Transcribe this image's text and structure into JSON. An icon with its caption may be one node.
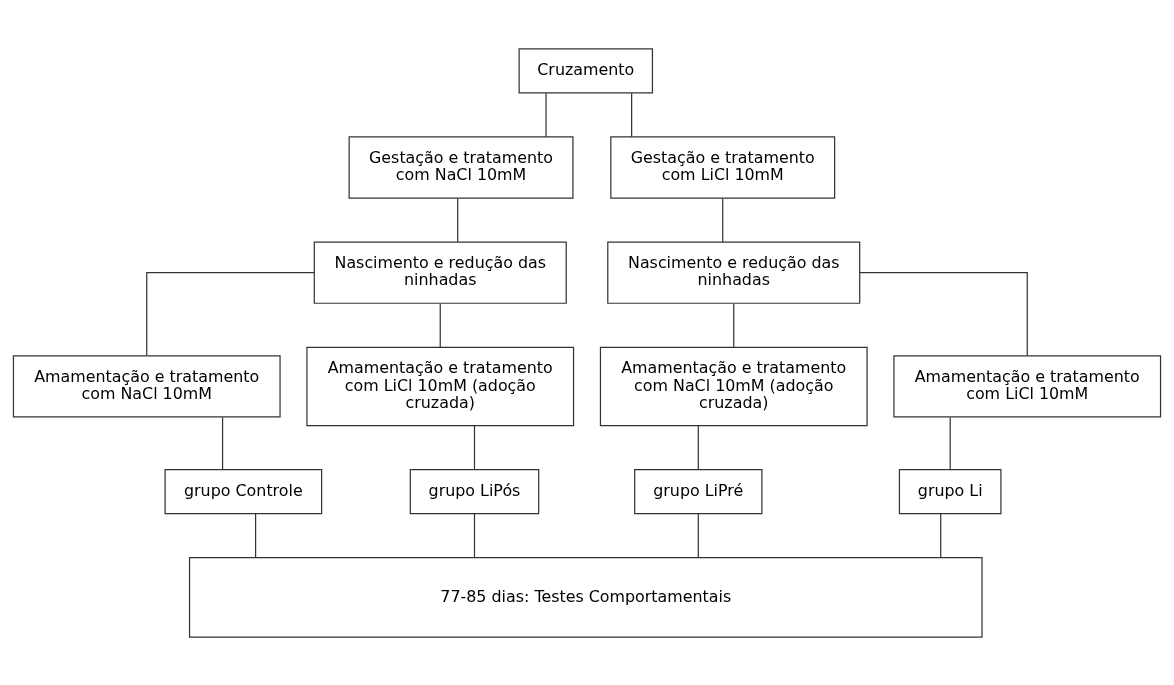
{
  "diagram": {
    "nodes": [
      {
        "text": [
          "Cruzamento"
        ]
      },
      {
        "text": [
          "Gestação e tratamento com NaCl 10mM"
        ]
      },
      {
        "text": [
          "Gestação e tratamento com LiCl 10mM"
        ]
      },
      {
        "text": [
          "Nascimento e redução das ninhadas"
        ]
      },
      {
        "text": [
          "Nascimento e redução das ninhadas"
        ]
      },
      {
        "text": [
          "Amamentação e tratamento com NaCl 10mM"
        ]
      },
      {
        "text": [
          "Amamentação e tratamento com LiCl 10mM (adoção cruzada)"
        ]
      },
      {
        "text": [
          "Amamentação e tratamento com NaCl 10mM (adoção cruzada)"
        ]
      },
      {
        "text": [
          "Amamentação e tratamento com LiCl 10mM"
        ]
      },
      {
        "text": [
          "grupo Controle"
        ]
      },
      {
        "text": [
          "grupo LiPós"
        ]
      },
      {
        "text": [
          "grupo LiPré"
        ]
      },
      {
        "text": [
          "grupo Li"
        ]
      },
      {
        "text": [
          "77-85 dias: Testes Comportamentais"
        ]
      }
    ],
    "edges": [
      {
        "from": 0,
        "to": 1,
        "arrow": "none"
      },
      {
        "from": 0,
        "to": 2,
        "arrow": "none"
      },
      {
        "from": 1,
        "to": 3,
        "arrow": "none"
      },
      {
        "from": 2,
        "to": 4,
        "arrow": "none"
      },
      {
        "from": 3,
        "to": 5,
        "arrow": "none"
      },
      {
        "from": 3,
        "to": 6,
        "arrow": "none"
      },
      {
        "from": 4,
        "to": 7,
        "arrow": "none"
      },
      {
        "from": 4,
        "to": 8,
        "arrow": "none"
      },
      {
        "from": 5,
        "to": 9,
        "arrow": "none"
      },
      {
        "from": 6,
        "to": 10,
        "arrow": "none"
      },
      {
        "from": 7,
        "to": 11,
        "arrow": "none"
      },
      {
        "from": 8,
        "to": 12,
        "arrow": "none"
      },
      {
        "from": 9,
        "to": 13,
        "arrow": "none"
      },
      {
        "from": 10,
        "to": 13,
        "arrow": "none"
      },
      {
        "from": 11,
        "to": 13,
        "arrow": "none"
      },
      {
        "from": 12,
        "to": 13,
        "arrow": "none"
      }
    ]
  }
}
